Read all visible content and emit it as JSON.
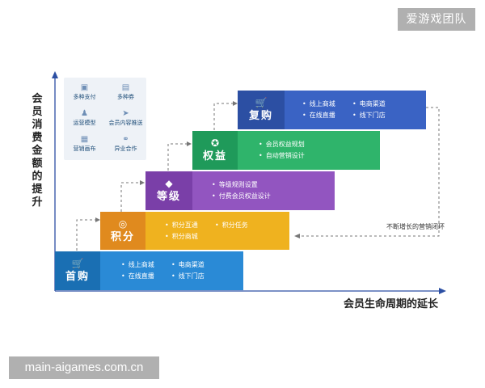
{
  "watermarks": {
    "top": "爱游戏团队",
    "bottom": "main-aigames.com.cn"
  },
  "axes": {
    "y_title": "会员消费金额的提升",
    "x_title": "会员生命周期的延长",
    "loop_label": "不断增长的营销闭环"
  },
  "features": [
    {
      "label": "多种支付",
      "icon": "wallet-icon",
      "glyph": "▣"
    },
    {
      "label": "多种券",
      "icon": "coupon-icon",
      "glyph": "▤"
    },
    {
      "label": "运营模型",
      "icon": "people-icon",
      "glyph": "♟"
    },
    {
      "label": "会员内容推送",
      "icon": "send-icon",
      "glyph": "➤"
    },
    {
      "label": "营销画布",
      "icon": "canvas-icon",
      "glyph": "▦"
    },
    {
      "label": "异业合作",
      "icon": "link-icon",
      "glyph": "⚭"
    }
  ],
  "steps": [
    {
      "name": "首购",
      "icon": "cart-icon",
      "glyph": "🛒",
      "label_color": "#1a6fb3",
      "items_color": "#2a8ad6",
      "items": [
        [
          "线上商城",
          "电商渠道"
        ],
        [
          "在线直播",
          "线下门店"
        ]
      ]
    },
    {
      "name": "积分",
      "icon": "coin-icon",
      "glyph": "◎",
      "label_color": "#e08a1e",
      "items_color": "#efb21f",
      "items": [
        [
          "积分互通",
          "积分任务"
        ],
        [
          "积分商城"
        ]
      ]
    },
    {
      "name": "等级",
      "icon": "diamond-icon",
      "glyph": "◆",
      "label_color": "#7a3fa8",
      "items_color": "#9255c0",
      "items": [
        [
          "等级规则设置"
        ],
        [
          "付费会员权益设计"
        ]
      ]
    },
    {
      "name": "权益",
      "icon": "badge-icon",
      "glyph": "✪",
      "label_color": "#1f9a5a",
      "items_color": "#2fb46b",
      "items": [
        [
          "会员权益规划"
        ],
        [
          "自动营销设计"
        ]
      ]
    },
    {
      "name": "复购",
      "icon": "cart-icon",
      "glyph": "🛒",
      "label_color": "#2c4fa3",
      "items_color": "#3a63c4",
      "items": [
        [
          "线上商城",
          "电商渠道"
        ],
        [
          "在线直播",
          "线下门店"
        ]
      ]
    }
  ]
}
